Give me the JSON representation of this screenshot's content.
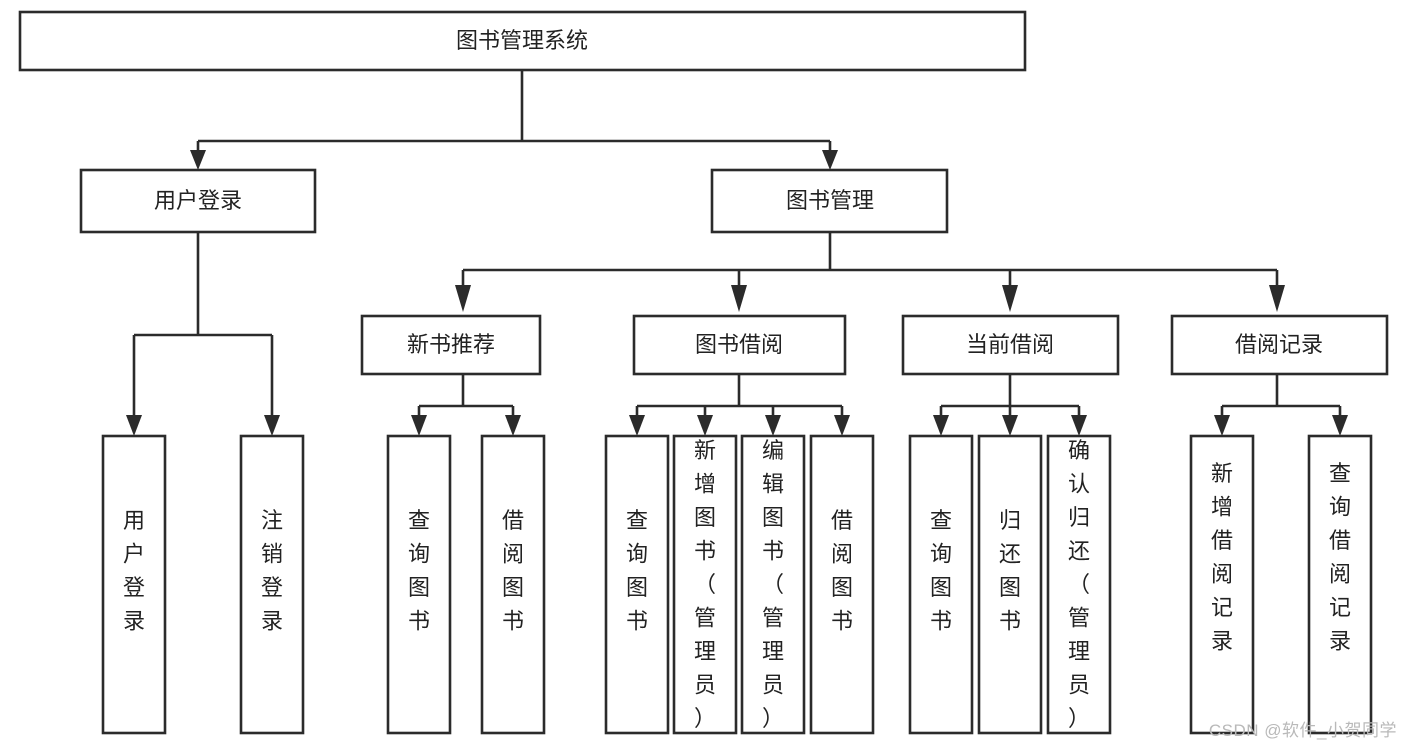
{
  "diagram": {
    "type": "tree-hierarchy-chart",
    "title": "图书管理系统",
    "colors": {
      "box_stroke": "#2b2b2b",
      "box_fill": "#ffffff",
      "text": "#222222",
      "background": "#ffffff",
      "watermark": "#b9b9b9"
    },
    "root": {
      "label": "图书管理系统"
    },
    "level2": [
      {
        "label": "用户登录"
      },
      {
        "label": "图书管理"
      }
    ],
    "level3": [
      {
        "label": "新书推荐"
      },
      {
        "label": "图书借阅"
      },
      {
        "label": "当前借阅"
      },
      {
        "label": "借阅记录"
      }
    ],
    "leaves": {
      "user_login": [
        {
          "label": "用户登录"
        },
        {
          "label": "注销登录"
        }
      ],
      "new_book_recommend": [
        {
          "label": "查询图书"
        },
        {
          "label": "借阅图书"
        }
      ],
      "book_borrow": [
        {
          "label": "查询图书"
        },
        {
          "label": "新增图书（管理员）"
        },
        {
          "label": "编辑图书（管理员）"
        },
        {
          "label": "借阅图书"
        }
      ],
      "current_borrow": [
        {
          "label": "查询图书"
        },
        {
          "label": "归还图书"
        },
        {
          "label": "确认归还（管理员）"
        }
      ],
      "borrow_record": [
        {
          "label": "新增借阅记录"
        },
        {
          "label": "查询借阅记录"
        }
      ]
    }
  },
  "watermark": {
    "text": "CSDN @软件_小贺同学"
  }
}
